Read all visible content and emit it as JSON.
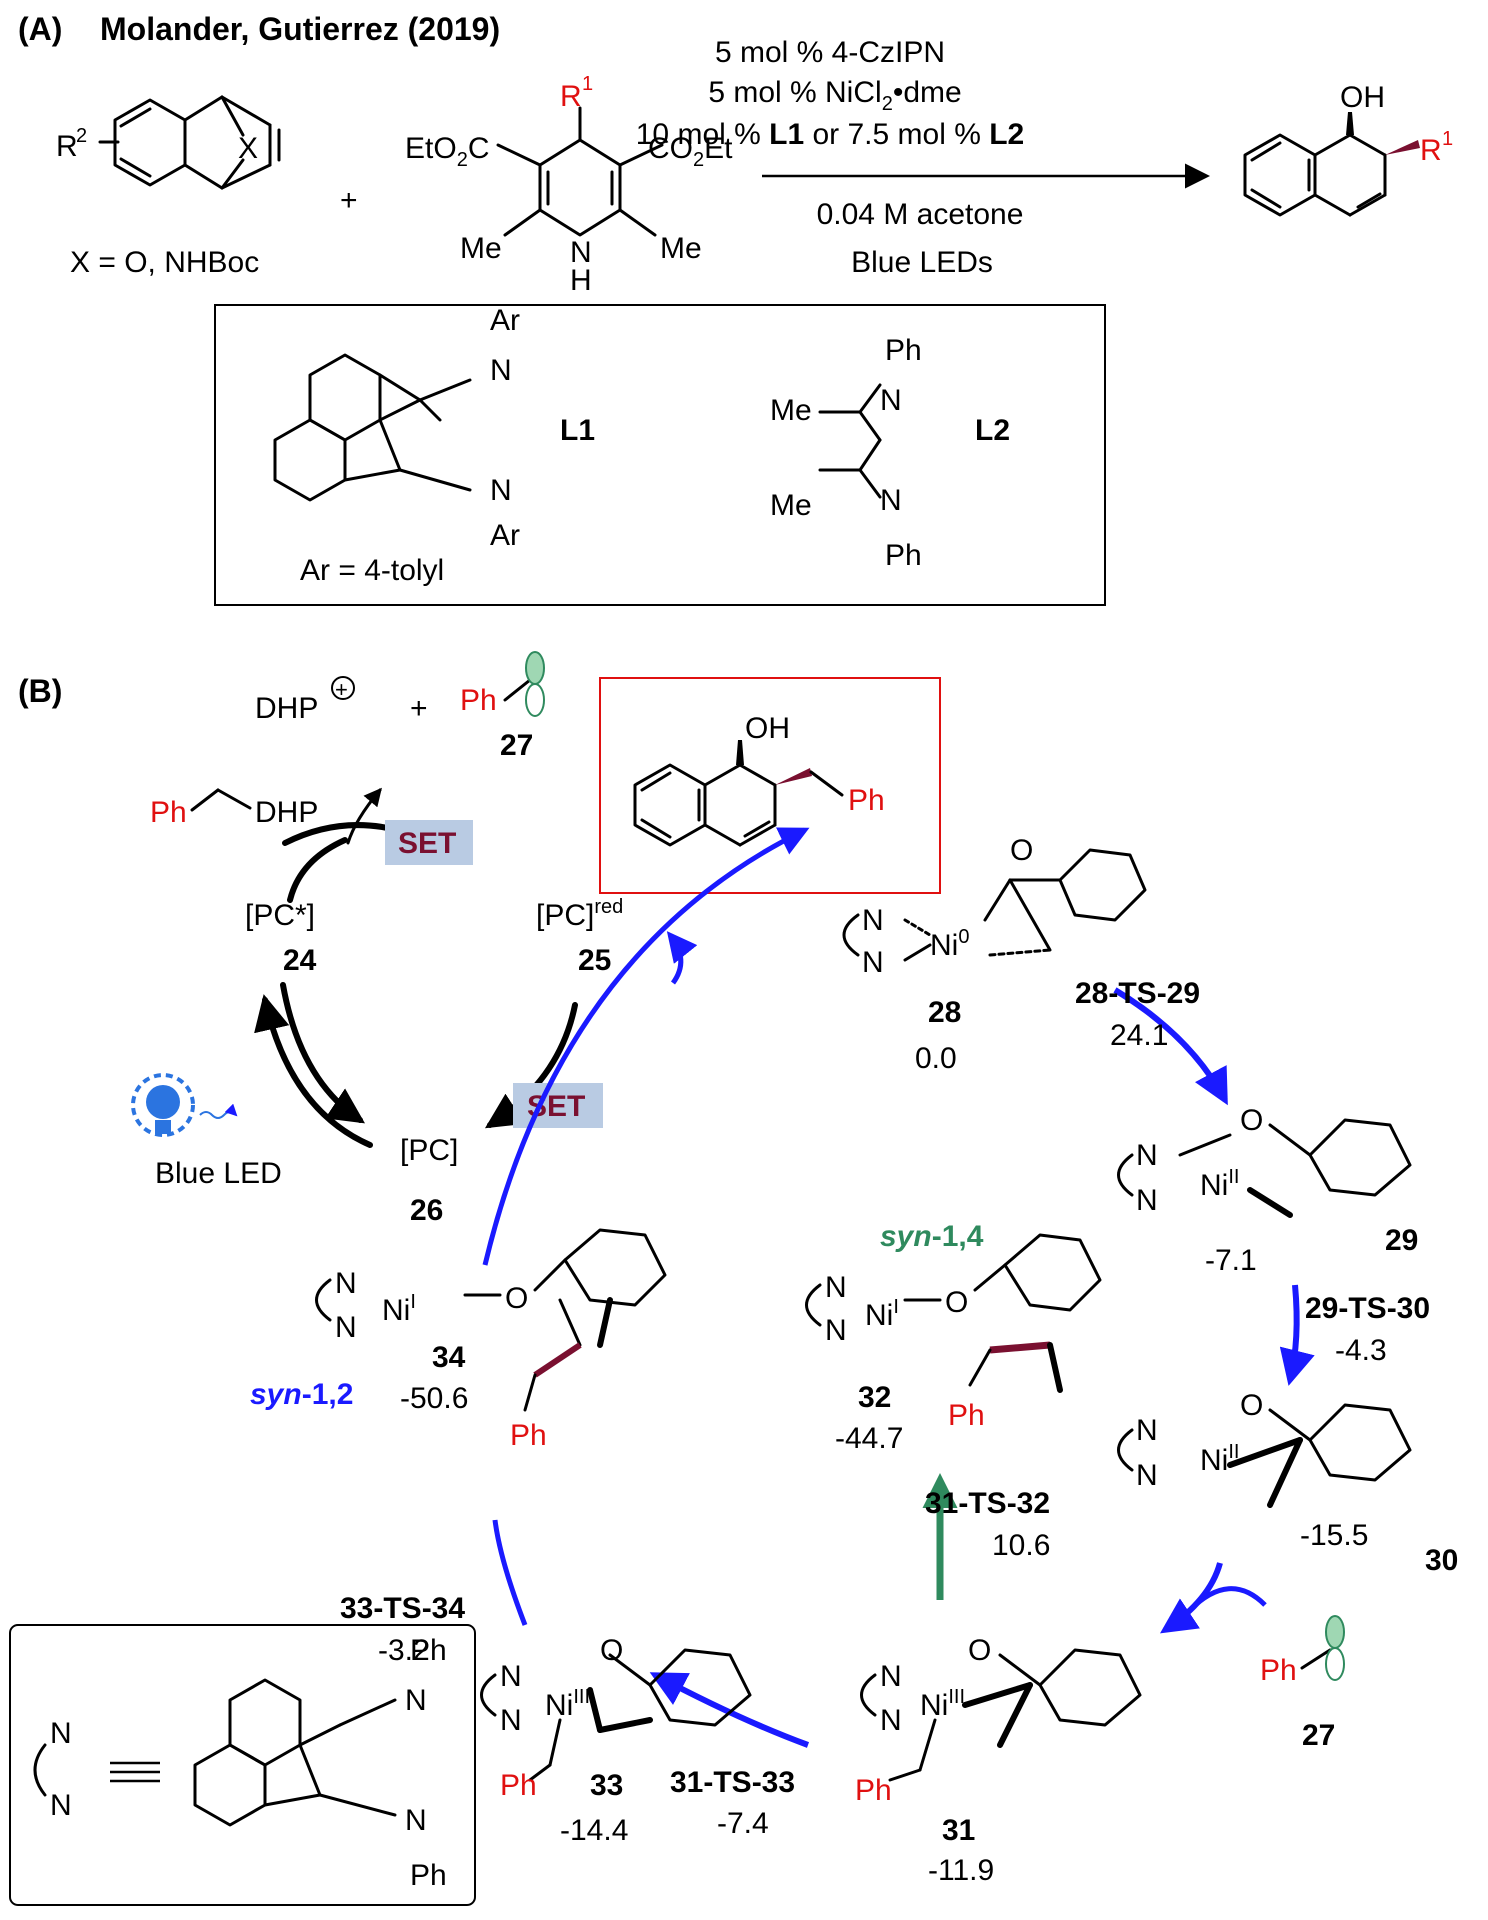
{
  "panel_a": {
    "label": "(A)",
    "citation": "Molander, Gutierrez (2019)",
    "substrate": {
      "r_group": "R",
      "r_sup": "2",
      "x_label": "X",
      "x_note": "X = O, NHBoc"
    },
    "plus": "+",
    "dhp": {
      "r_group": "R",
      "r_sup": "1",
      "left_ester": "EtO",
      "left_ester_sub": "2",
      "left_ester_tail": "C",
      "right_ester": "CO",
      "right_ester_sub": "2",
      "right_ester_tail": "Et",
      "me_left": "Me",
      "me_right": "Me",
      "n": "N",
      "h": "H"
    },
    "conditions": {
      "line1": "5 mol % 4-CzIPN",
      "line2_pre": "5 mol % NiCl",
      "line2_sub": "2",
      "line2_post": "•dme",
      "line3_a": "10 mol % ",
      "line3_b": "L1",
      "line3_c": " or 7.5 mol % ",
      "line3_d": "L2",
      "line4": "0.04 M acetone",
      "line5": "Blue LEDs"
    },
    "product": {
      "oh": "OH",
      "r_group": "R",
      "r_sup": "1"
    },
    "ligands": {
      "l1_label": "L1",
      "l2_label": "L2",
      "ar": "Ar",
      "n": "N",
      "ar_note": "Ar = 4-tolyl",
      "ph": "Ph",
      "me": "Me"
    }
  },
  "panel_b": {
    "label": "(B)",
    "top": {
      "dhp_cation": "DHP",
      "plus": "+",
      "ph": "Ph",
      "radical_id": "27"
    },
    "ph_dhp": {
      "ph": "Ph",
      "dhp": "DHP"
    },
    "set_label": "SET",
    "pc_star": "[PC*]",
    "pc_star_id": "24",
    "pc_red": "[PC]",
    "pc_red_sup": "red",
    "pc_red_id": "25",
    "pc": "[PC]",
    "pc_id": "26",
    "blue_led": "Blue LED",
    "product_box": {
      "oh": "OH",
      "ph": "Ph"
    },
    "species": [
      {
        "id": "28",
        "energy": "0.0",
        "ni": "Ni",
        "ox": "0"
      },
      {
        "id": "29",
        "energy": "-7.1",
        "ni": "Ni",
        "ox": "II"
      },
      {
        "id": "30",
        "energy": "-15.5",
        "ni": "Ni",
        "ox": "II"
      },
      {
        "id": "31",
        "energy": "-11.9",
        "ni": "Ni",
        "ox": "III"
      },
      {
        "id": "32",
        "energy": "-44.7",
        "ni": "Ni",
        "ox": "I"
      },
      {
        "id": "33",
        "energy": "-14.4",
        "ni": "Ni",
        "ox": "III"
      },
      {
        "id": "34",
        "energy": "-50.6",
        "ni": "Ni",
        "ox": "I"
      }
    ],
    "transition_states": [
      {
        "name": "28-TS-29",
        "energy": "24.1"
      },
      {
        "name": "29-TS-30",
        "energy": "-4.3"
      },
      {
        "name": "31-TS-32",
        "energy": "10.6"
      },
      {
        "name": "31-TS-33",
        "energy": "-7.4"
      },
      {
        "name": "33-TS-34",
        "energy": "-3.2"
      }
    ],
    "syn14": {
      "a": "syn",
      "b": "-1,4"
    },
    "syn12": {
      "a": "syn",
      "b": "-1,2"
    },
    "radical_27": {
      "ph": "Ph",
      "id": "27"
    },
    "legend": {
      "n": "N",
      "ph": "Ph"
    }
  },
  "colors": {
    "red": "#e01010",
    "blue": "#1a1aff",
    "green": "#2f8a5e",
    "maroon": "#7a1030",
    "set_box": "#b9cbe3"
  }
}
